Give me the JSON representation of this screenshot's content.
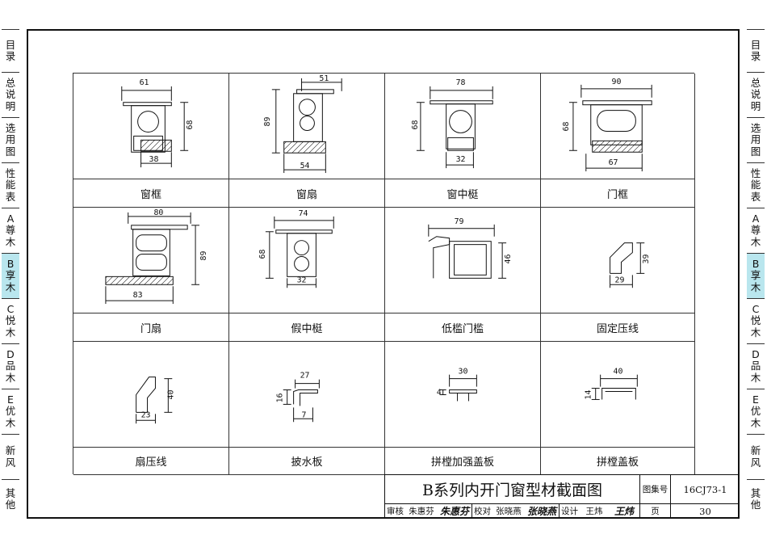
{
  "side_nav": {
    "items": [
      {
        "label": "目\n录",
        "active": false
      },
      {
        "label": "总\n说\n明",
        "active": false
      },
      {
        "label": "选\n用\n图",
        "active": false
      },
      {
        "label": "性\n能\n表",
        "active": false
      },
      {
        "label": "A\n尊\n木",
        "active": false
      },
      {
        "label": "B\n享\n木",
        "active": true
      },
      {
        "label": "C\n悦\n木",
        "active": false
      },
      {
        "label": "D\n品\n木",
        "active": false
      },
      {
        "label": "E\n优\n木",
        "active": false
      },
      {
        "label": "新\n风",
        "active": false
      },
      {
        "label": "其\n他",
        "active": false
      }
    ],
    "active_color": "#b9e6ee"
  },
  "profiles": [
    {
      "caption": "窗框",
      "dims": [
        "61",
        "68",
        "38"
      ]
    },
    {
      "caption": "窗扇",
      "dims": [
        "51",
        "89",
        "54"
      ]
    },
    {
      "caption": "窗中梃",
      "dims": [
        "78",
        "68",
        "32"
      ]
    },
    {
      "caption": "门框",
      "dims": [
        "90",
        "68",
        "67"
      ]
    },
    {
      "caption": "门扇",
      "dims": [
        "80",
        "89",
        "83"
      ]
    },
    {
      "caption": "假中梃",
      "dims": [
        "74",
        "68",
        "32"
      ]
    },
    {
      "caption": "低槛门槛",
      "dims": [
        "79",
        "46"
      ]
    },
    {
      "caption": "固定压线",
      "dims": [
        "39",
        "29"
      ]
    },
    {
      "caption": "扇压线",
      "dims": [
        "40",
        "23"
      ]
    },
    {
      "caption": "披水板",
      "dims": [
        "27",
        "16",
        "7"
      ]
    },
    {
      "caption": "拼樘加强盖板",
      "dims": [
        "30",
        "4"
      ]
    },
    {
      "caption": "拼樘盖板",
      "dims": [
        "40",
        "14"
      ]
    }
  ],
  "title_block": {
    "title": "B系列内开门窗型材截面图",
    "atlas_label": "图集号",
    "atlas_no": "16CJ73-1",
    "review_label": "审核",
    "reviewer": "朱惠芬",
    "reviewer_sig": "朱惠芬",
    "check_label": "校对",
    "checker": "张晓燕",
    "checker_sig": "张晓燕",
    "design_label": "设计",
    "designer": "王炜",
    "designer_sig": "王炜",
    "page_label": "页",
    "page_no": "30"
  }
}
